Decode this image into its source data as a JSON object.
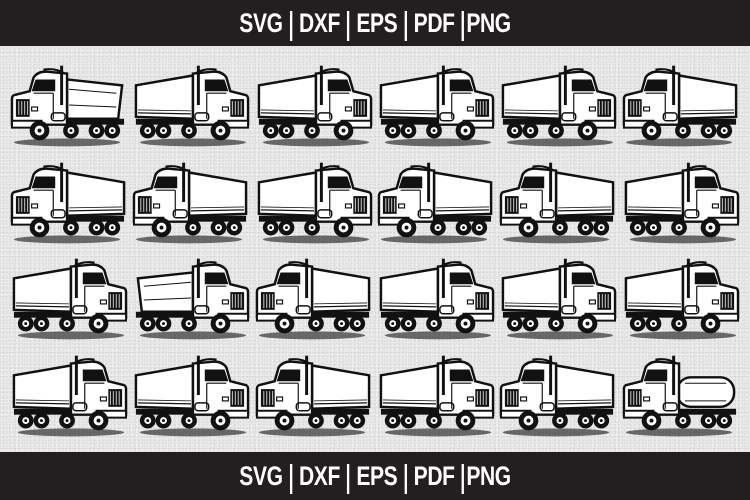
{
  "top_banner": {
    "formats": [
      "SVG",
      "DXF",
      "EPS",
      "PDF",
      "PNG"
    ]
  },
  "bottom_banner": {
    "formats": [
      "SVG",
      "DXF",
      "EPS",
      "PDF",
      "PNG"
    ]
  },
  "colors": {
    "banner_bg": "#231f20",
    "banner_text": "#ffffff",
    "canvas_bg": "#e9e9e9",
    "ink": "#111111"
  },
  "grid": {
    "rows": 4,
    "columns": 6,
    "items": [
      {
        "name": "semi-truck-1",
        "facing": "left",
        "type": "dump"
      },
      {
        "name": "semi-truck-2",
        "facing": "right",
        "type": "box"
      },
      {
        "name": "semi-truck-3",
        "facing": "right",
        "type": "box"
      },
      {
        "name": "semi-truck-4",
        "facing": "right",
        "type": "box"
      },
      {
        "name": "semi-truck-5",
        "facing": "right",
        "type": "box"
      },
      {
        "name": "semi-truck-6",
        "facing": "left",
        "type": "box"
      },
      {
        "name": "semi-truck-7",
        "facing": "left",
        "type": "box"
      },
      {
        "name": "semi-truck-8",
        "facing": "left",
        "type": "box"
      },
      {
        "name": "semi-truck-9",
        "facing": "right",
        "type": "box"
      },
      {
        "name": "semi-truck-10",
        "facing": "left",
        "type": "box"
      },
      {
        "name": "semi-truck-11",
        "facing": "left",
        "type": "box"
      },
      {
        "name": "semi-truck-12",
        "facing": "right",
        "type": "box"
      },
      {
        "name": "semi-truck-13",
        "facing": "right",
        "type": "box"
      },
      {
        "name": "semi-truck-14",
        "facing": "right",
        "type": "dump"
      },
      {
        "name": "semi-truck-15",
        "facing": "left",
        "type": "box"
      },
      {
        "name": "semi-truck-16",
        "facing": "right",
        "type": "box"
      },
      {
        "name": "semi-truck-17",
        "facing": "right",
        "type": "box"
      },
      {
        "name": "semi-truck-18",
        "facing": "right",
        "type": "box"
      },
      {
        "name": "semi-truck-19",
        "facing": "right",
        "type": "box"
      },
      {
        "name": "semi-truck-20",
        "facing": "right",
        "type": "box"
      },
      {
        "name": "semi-truck-21",
        "facing": "left",
        "type": "box"
      },
      {
        "name": "semi-truck-22",
        "facing": "right",
        "type": "box"
      },
      {
        "name": "semi-truck-23",
        "facing": "left",
        "type": "box"
      },
      {
        "name": "semi-truck-24",
        "facing": "left",
        "type": "tanker"
      }
    ]
  }
}
